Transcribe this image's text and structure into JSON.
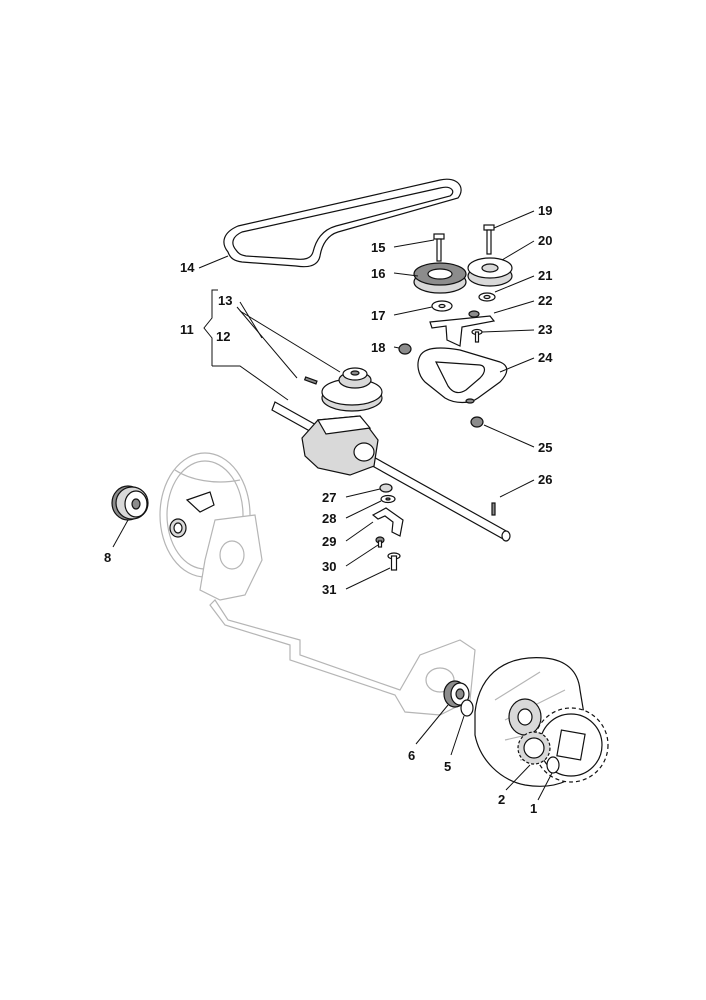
{
  "callouts": [
    "1",
    "2",
    "5",
    "6",
    "8",
    "11",
    "12",
    "13",
    "14",
    "15",
    "16",
    "17",
    "18",
    "19",
    "20",
    "21",
    "22",
    "23",
    "24",
    "25",
    "26",
    "27",
    "28",
    "29",
    "30",
    "31"
  ]
}
